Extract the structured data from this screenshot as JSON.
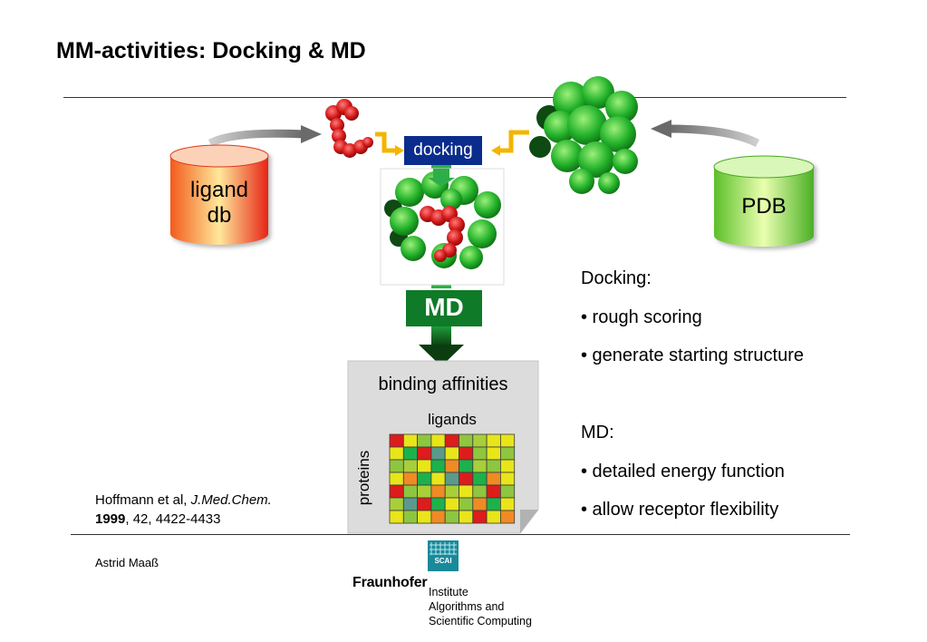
{
  "title": "MM-activities: Docking & MD",
  "diagram": {
    "ligand_db": {
      "line1": "ligand",
      "line2": "db"
    },
    "pdb": "PDB",
    "docking": "docking",
    "md": "MD",
    "binding_affinities": "binding affinities",
    "ligands": "ligands",
    "proteins": "proteins",
    "grid_rows": [
      [
        "#dd1c1c",
        "#e8e51a",
        "#8ec63f",
        "#e8e51a",
        "#dd1c1c",
        "#8ec63f",
        "#a8cf3a",
        "#e8e51a",
        "#e8e51a"
      ],
      [
        "#e8e51a",
        "#1db14b",
        "#dd1c1c",
        "#5a9a8a",
        "#e8e51a",
        "#dd1c1c",
        "#8ec63f",
        "#e8e51a",
        "#8ec63f"
      ],
      [
        "#8ec63f",
        "#a8cf3a",
        "#e8e51a",
        "#1db14b",
        "#f08a24",
        "#1db14b",
        "#a8cf3a",
        "#8ec63f",
        "#e8e51a"
      ],
      [
        "#e8e51a",
        "#f08a24",
        "#1db14b",
        "#e8e51a",
        "#5a9a8a",
        "#dd1c1c",
        "#1db14b",
        "#f08a24",
        "#e8e51a"
      ],
      [
        "#dd1c1c",
        "#8ec63f",
        "#a8cf3a",
        "#f08a24",
        "#a8cf3a",
        "#e8e51a",
        "#8ec63f",
        "#dd1c1c",
        "#8ec63f"
      ],
      [
        "#a8cf3a",
        "#5a9a8a",
        "#dd1c1c",
        "#1db14b",
        "#e8e51a",
        "#8ec63f",
        "#f08a24",
        "#1db14b",
        "#e8e51a"
      ],
      [
        "#e8e51a",
        "#8ec63f",
        "#e8e51a",
        "#f08a24",
        "#8ec63f",
        "#e8e51a",
        "#dd1c1c",
        "#e8e51a",
        "#f08a24"
      ]
    ]
  },
  "notes": {
    "docking_heading": "Docking:",
    "docking_items": [
      "• rough scoring",
      "• generate starting structure"
    ],
    "md_heading": "MD:",
    "md_items": [
      "• detailed energy function",
      "• allow receptor flexibility"
    ]
  },
  "reference": {
    "authors": "Hoffmann et al, ",
    "journal": "J.Med.Chem.",
    "year": "1999",
    "rest": ", 42, 4422-4433"
  },
  "author": "Astrid Maaß",
  "logo": {
    "scai": "SCAI",
    "name": "Fraunhofer",
    "inst_1": "Institute",
    "inst_2": "Algorithms and",
    "inst_3": "Scientific Computing"
  },
  "colors": {
    "ligand_db": "#e82418",
    "pdb": "#4cbd2a",
    "docking_box": "#0a2c8c",
    "md_box": "#0f7a28",
    "arrow_yellow": "#f4b400"
  }
}
